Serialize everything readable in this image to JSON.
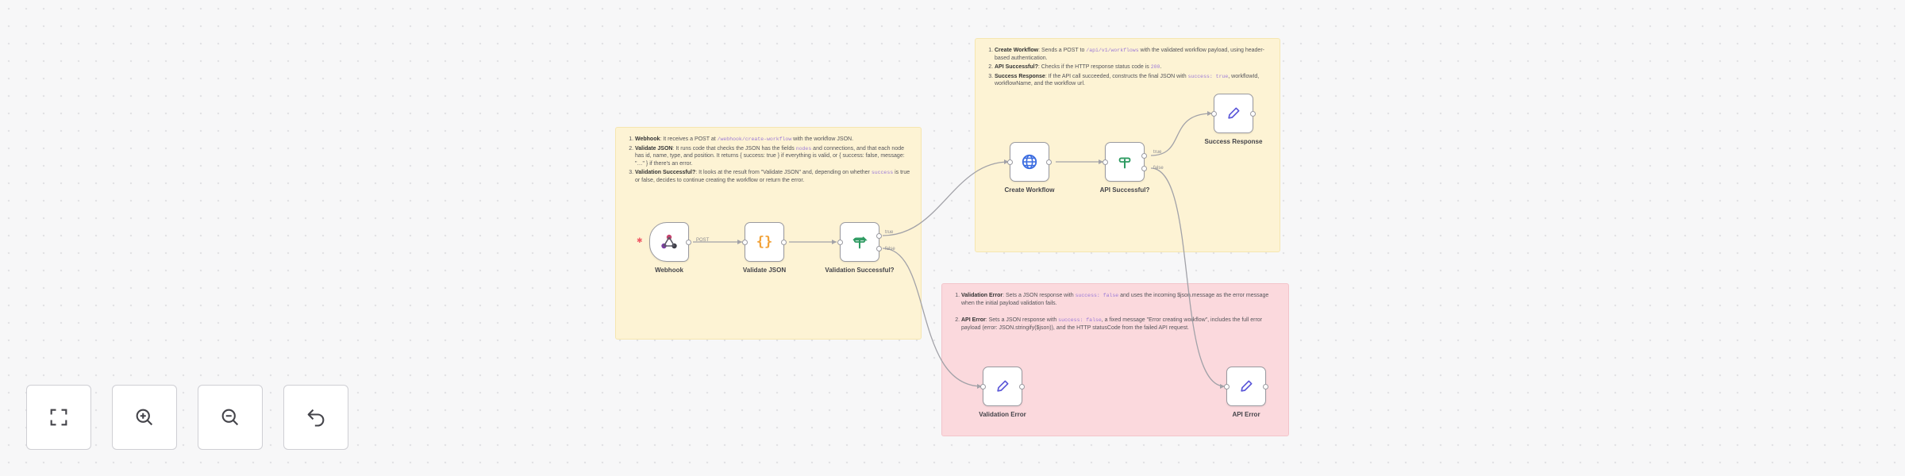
{
  "notes": {
    "top_left": {
      "items": [
        {
          "title": "Webhook",
          "text": ": It receives a POST at ",
          "code": "/webhook/create-workflow",
          "rest": " with the workflow JSON."
        },
        {
          "title": "Validate JSON",
          "text": ": It runs code that checks the JSON has the fields ",
          "code": "nodes",
          "rest": " and connections, and that each node has id, name, type, and position. It returns { success: true } if everything is valid, or { success: false, message: \"…\" } if there's an error."
        },
        {
          "title": "Validation Successful?",
          "text": ": It looks at the result from \"Validate JSON\" and, depending on whether ",
          "code": "success",
          "rest": " is true or false, decides to continue creating the workflow or return the error."
        }
      ]
    },
    "top_right": {
      "items": [
        {
          "title": "Create Workflow",
          "text": ": Sends a POST to ",
          "code": "/api/v1/workflows",
          "rest": " with the validated workflow payload, using header-based authentication."
        },
        {
          "title": "API Successful?",
          "text": ": Checks if the HTTP response status code is ",
          "code": "200",
          "rest": "."
        },
        {
          "title": "Success Response",
          "text": ": If the API call succeeded, constructs the final JSON with ",
          "code": "success: true",
          "rest": ", workflowId, workflowName, and the workflow url."
        }
      ]
    },
    "bottom_right": {
      "items": [
        {
          "title": "Validation Error",
          "text": ": Sets a JSON response with ",
          "code": "success: false",
          "rest": " and uses the incoming $json.message as the error message when the initial payload validation fails."
        },
        {
          "title": "API Error",
          "text": ": Sets a JSON response with ",
          "code": "success: false",
          "rest": ", a fixed message \"Error creating workflow\", includes the full error payload (error: JSON.stringify($json)), and the HTTP statusCode from the failed API request."
        }
      ]
    }
  },
  "nodes": {
    "webhook": {
      "label": "Webhook",
      "icon": "webhook-icon"
    },
    "validate_json": {
      "label": "Validate JSON",
      "icon": "code-braces-icon"
    },
    "validation_successful": {
      "label": "Validation Successful?",
      "icon": "if-branch-icon"
    },
    "create_workflow": {
      "label": "Create Workflow",
      "icon": "globe-icon"
    },
    "api_successful": {
      "label": "API Successful?",
      "icon": "if-branch-icon"
    },
    "success_response": {
      "label": "Success Response",
      "icon": "pencil-icon"
    },
    "validation_error": {
      "label": "Validation Error",
      "icon": "pencil-icon"
    },
    "api_error": {
      "label": "API Error",
      "icon": "pencil-icon"
    }
  },
  "port_tags": {
    "webhook_out": "POST",
    "true": "true",
    "false": "false"
  },
  "controls": {
    "fit_view": "fit-view-icon",
    "zoom_in": "zoom-in-icon",
    "zoom_out": "zoom-out-icon",
    "undo": "undo-icon"
  },
  "colors": {
    "note_yellow": "#fdf3d4",
    "note_red": "#fbd9dd",
    "code_purple": "#9c7ad6",
    "globe_blue": "#3b6ce0",
    "if_green": "#2e9b62",
    "pencil_indigo": "#5a56d8",
    "braces_orange": "#f2a33a",
    "trigger_red": "#f05a66"
  }
}
